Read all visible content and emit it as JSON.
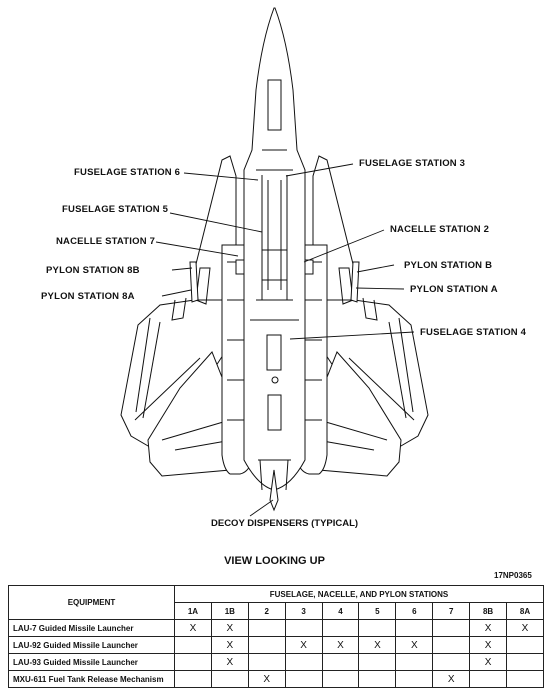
{
  "callouts": {
    "fuselage_station_6": "FUSELAGE STATION 6",
    "fuselage_station_3": "FUSELAGE STATION 3",
    "fuselage_station_5": "FUSELAGE STATION 5",
    "nacelle_station_2": "NACELLE STATION 2",
    "nacelle_station_7": "NACELLE STATION 7",
    "pylon_station_8b": "PYLON STATION 8B",
    "pylon_station_b": "PYLON STATION B",
    "pylon_station_8a": "PYLON STATION 8A",
    "pylon_station_a": "PYLON STATION A",
    "fuselage_station_4": "FUSELAGE STATION 4",
    "decoy_dispensers": "DECOY DISPENSERS (TYPICAL)"
  },
  "view_title": "VIEW LOOKING UP",
  "figure_id": "17NP0365",
  "table": {
    "equipment_header": "EQUIPMENT",
    "stations_header": "FUSELAGE, NACELLE, AND PYLON STATIONS",
    "stations": [
      "1A",
      "1B",
      "2",
      "3",
      "4",
      "5",
      "6",
      "7",
      "8B",
      "8A"
    ],
    "rows": [
      {
        "name": "LAU-7 Guided Missile Launcher",
        "marks": [
          "X",
          "X",
          "",
          "",
          "",
          "",
          "",
          "",
          "X",
          "X"
        ]
      },
      {
        "name": "LAU-92 Guided Missile Launcher",
        "marks": [
          "",
          "X",
          "",
          "X",
          "X",
          "X",
          "X",
          "",
          "X",
          ""
        ]
      },
      {
        "name": "LAU-93 Guided Missile Launcher",
        "marks": [
          "",
          "X",
          "",
          "",
          "",
          "",
          "",
          "",
          "X",
          ""
        ]
      },
      {
        "name": "MXU-611 Fuel Tank Release Mechanism",
        "marks": [
          "",
          "",
          "X",
          "",
          "",
          "",
          "",
          "X",
          "",
          ""
        ]
      }
    ]
  }
}
